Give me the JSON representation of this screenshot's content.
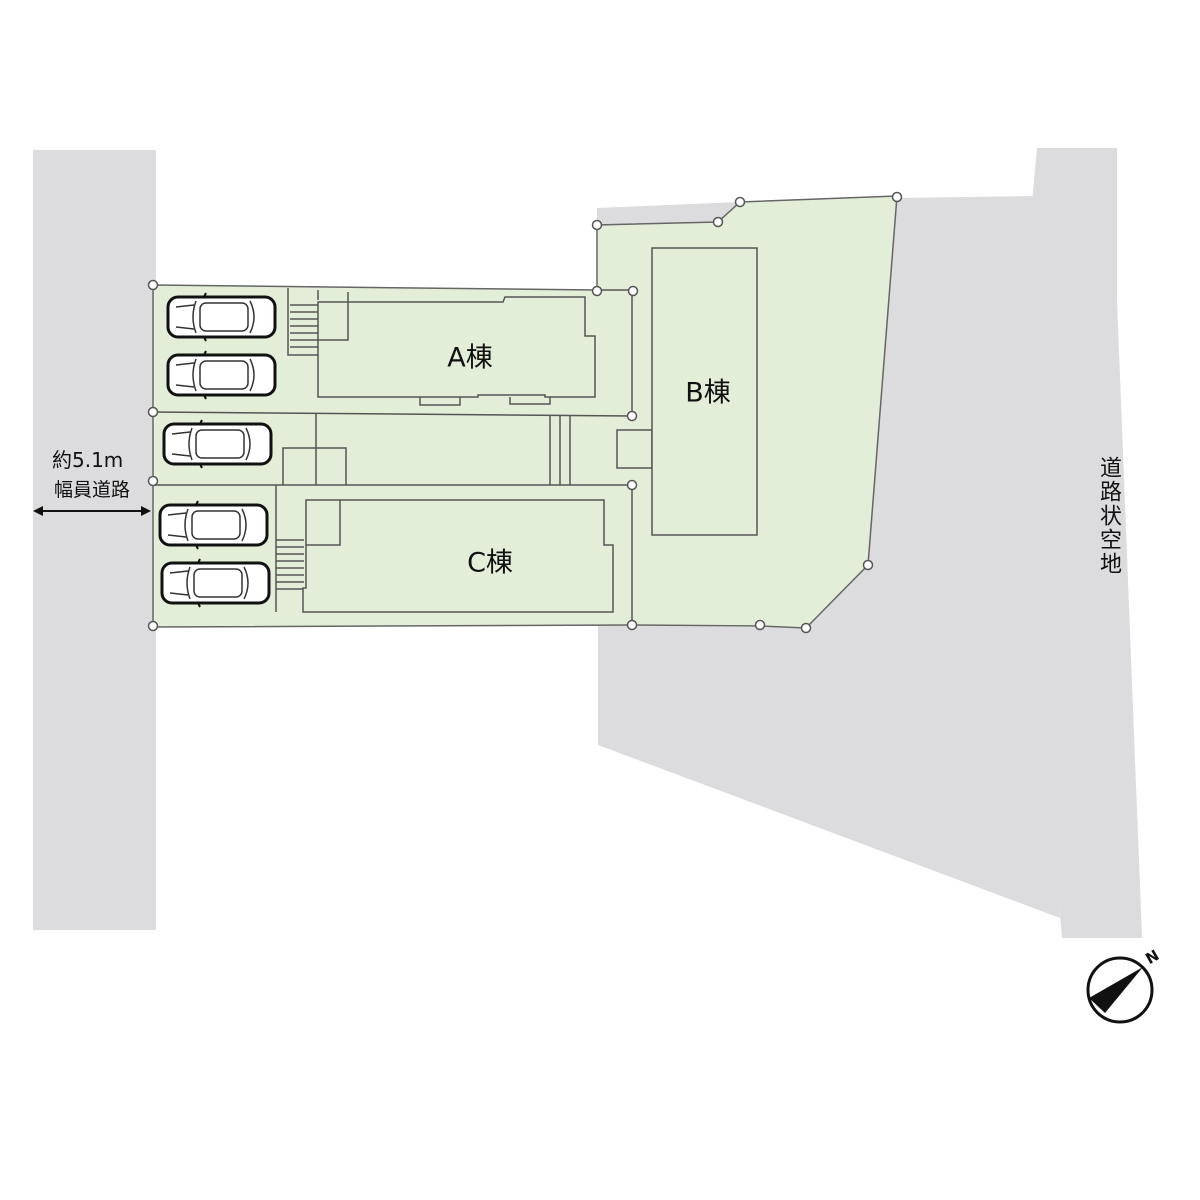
{
  "buildings": {
    "a": "A棟",
    "b": "B棟",
    "c": "C棟"
  },
  "road_left": {
    "width_label": "約5.1m",
    "width_prefix": "約",
    "width_value": "5.1",
    "width_unit": "m",
    "road_name": "幅員道路"
  },
  "road_right": {
    "label": "道路状空地"
  },
  "compass": {
    "label": "N",
    "icon": "north-arrow-icon"
  },
  "parking": {
    "car_count": 5
  },
  "colors": {
    "site": "#e2eed8",
    "road": "#dcdcde",
    "line": "#555555"
  }
}
